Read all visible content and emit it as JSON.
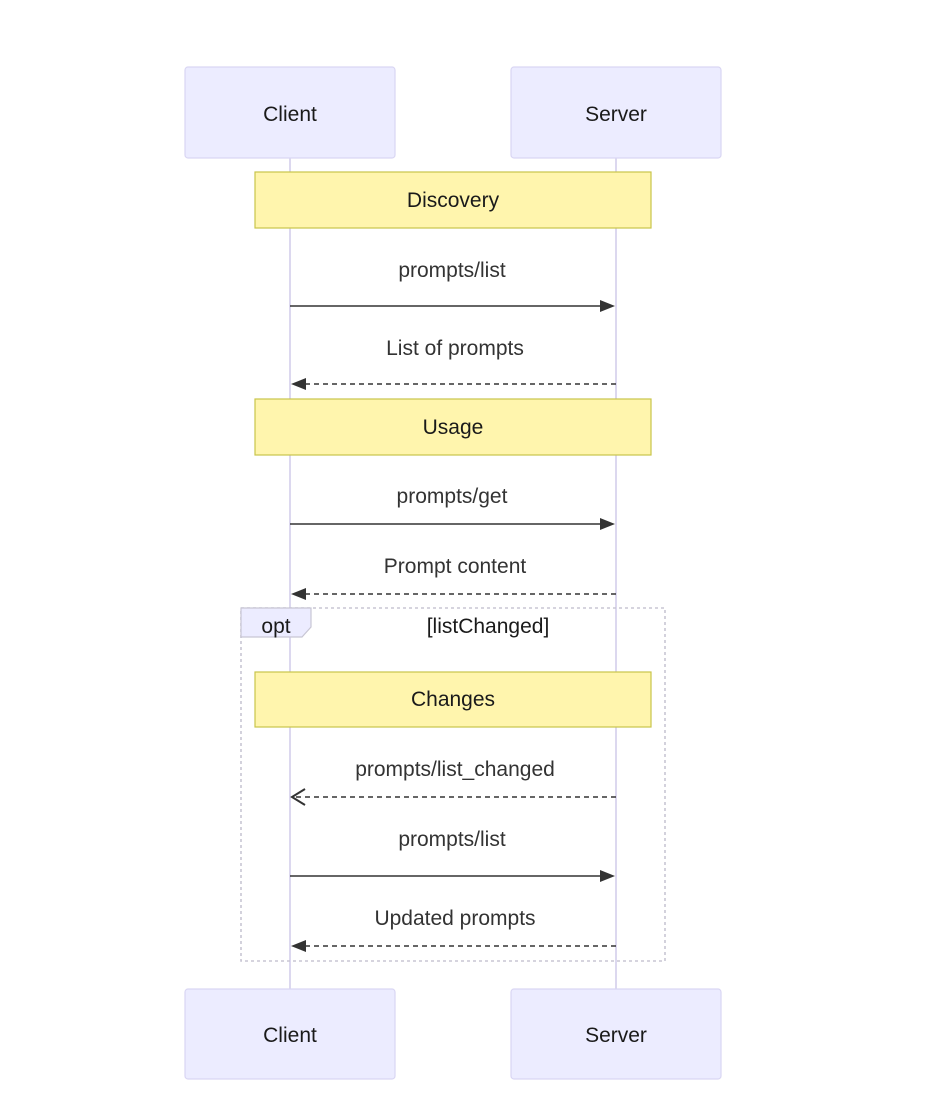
{
  "participants": {
    "client": "Client",
    "server": "Server"
  },
  "notes": {
    "discovery": "Discovery",
    "usage": "Usage",
    "changes": "Changes"
  },
  "messages": {
    "m1": "prompts/list",
    "m2": "List of prompts",
    "m3": "prompts/get",
    "m4": "Prompt content",
    "m5": "prompts/list_changed",
    "m6": "prompts/list",
    "m7": "Updated prompts"
  },
  "opt_block": {
    "keyword": "opt",
    "condition": "[listChanged]"
  },
  "colors": {
    "actor_fill": "#ECECFF",
    "note_fill": "#FFF5AD",
    "line": "#333333"
  }
}
